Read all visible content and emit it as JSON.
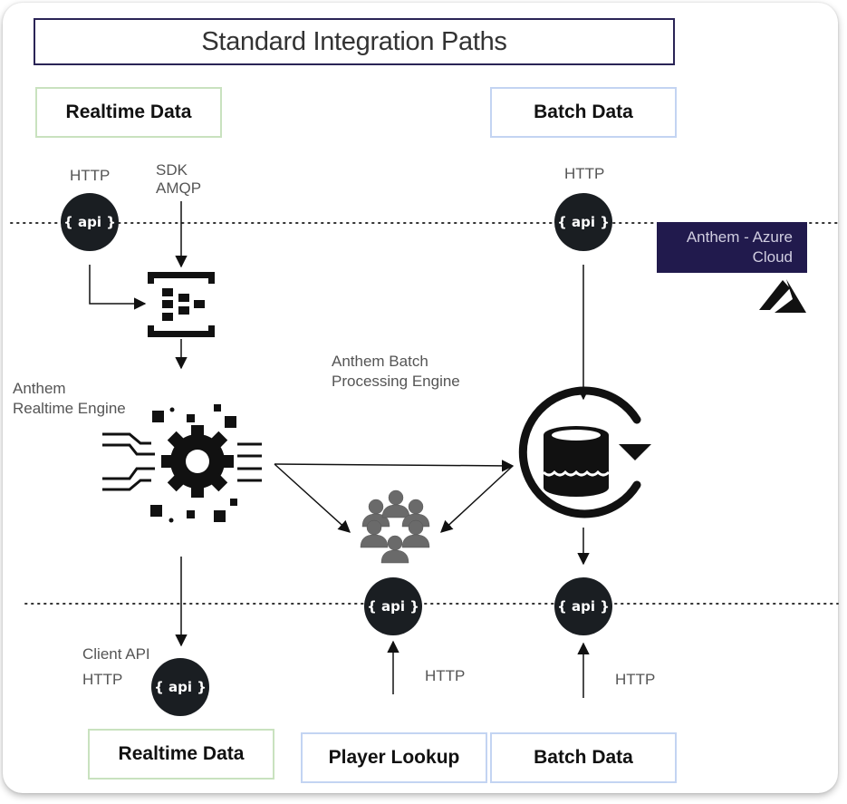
{
  "title": "Standard Integration Paths",
  "top_boxes": {
    "realtime": "Realtime Data",
    "batch": "Batch Data"
  },
  "bottom_boxes": {
    "realtime": "Realtime Data",
    "player_lookup": "Player Lookup",
    "batch": "Batch Data"
  },
  "labels": {
    "http_top_left": "HTTP",
    "sdk": "SDK",
    "amqp": "AMQP",
    "http_top_right": "HTTP",
    "realtime_engine_1": "Anthem",
    "realtime_engine_2": "Realtime Engine",
    "batch_engine_1": "Anthem Batch",
    "batch_engine_2": "Processing Engine",
    "client_api": "Client API",
    "http_client": "HTTP",
    "http_player": "HTTP",
    "http_batch": "HTTP"
  },
  "azure": {
    "line1": "Anthem - Azure",
    "line2": "Cloud"
  },
  "api_label": "{ api }",
  "colors": {
    "title_border": "#2a2456",
    "realtime_border": "#c9e2bf",
    "batch_border": "#c3d4f2",
    "api_fill": "#1a1e22",
    "azure_fill": "#211a4d"
  }
}
